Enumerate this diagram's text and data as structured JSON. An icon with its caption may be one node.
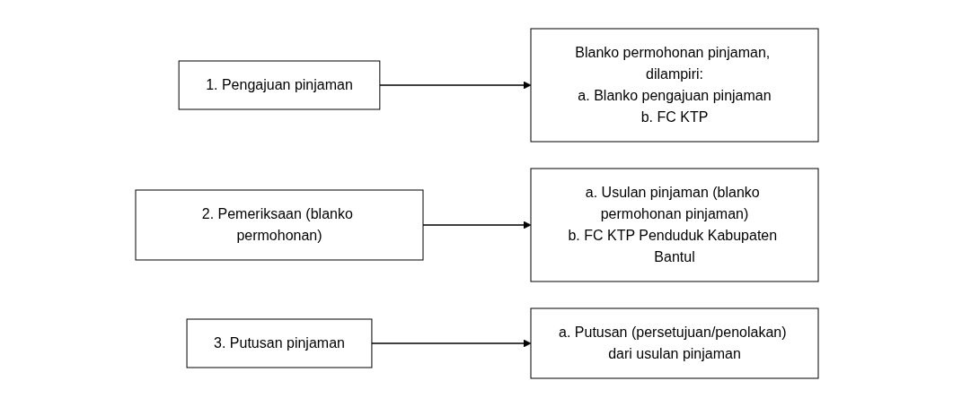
{
  "diagram": {
    "nodes": [
      {
        "text": [
          "1. Pengajuan pinjaman"
        ]
      },
      {
        "text": [
          "Blanko permohonan pinjaman, dilampiri:",
          "a. Blanko pengajuan pinjaman",
          "b. FC KTP"
        ]
      },
      {
        "text": [
          "2. Pemeriksaan (blanko permohonan)"
        ]
      },
      {
        "text": [
          "a. Usulan pinjaman (blanko permohonan pinjaman)",
          "b. FC KTP Penduduk Kabupaten Bantul"
        ]
      },
      {
        "text": [
          "3. Putusan pinjaman"
        ]
      },
      {
        "text": [
          "a. Putusan (persetujuan/penolakan) dari usulan pinjaman"
        ]
      }
    ],
    "edges": [
      {
        "from": 0,
        "to": 1,
        "arrow": "to"
      },
      {
        "from": 2,
        "to": 3,
        "arrow": "to"
      },
      {
        "from": 4,
        "to": 5,
        "arrow": "to"
      }
    ]
  }
}
